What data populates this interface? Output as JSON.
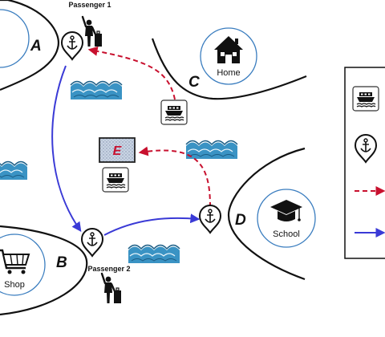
{
  "regions": {
    "a": "A",
    "b": "B",
    "c": "C",
    "d": "D",
    "e": "E"
  },
  "places": {
    "home": "Home",
    "school": "School",
    "shop": "Shop"
  },
  "passengers": {
    "p1": "Passenger 1",
    "p2": "Passenger 2"
  },
  "colors": {
    "red_route": "#c8102e",
    "blue_route": "#3a3ad6",
    "water": "#3a93c4",
    "e_fill": "#c9d4e4"
  },
  "icons": [
    "anchor-pin-icon",
    "ferry-icon",
    "house-icon",
    "graduation-cap-icon",
    "shopping-cart-icon",
    "traveler-icon",
    "water-waves-icon"
  ]
}
